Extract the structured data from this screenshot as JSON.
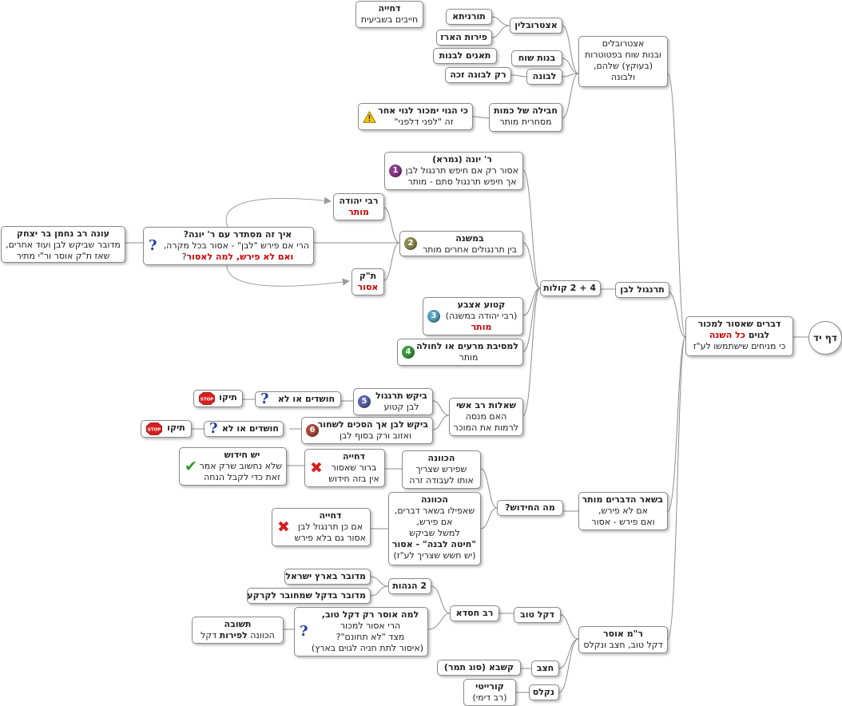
{
  "root": "דף יד",
  "main": {
    "l1": "דברים שאסור למכור",
    "l2a": "לגוים ",
    "l2b": "כל השנה",
    "l3": "כי מניחים שישתמשו לע\"ז"
  },
  "astro": {
    "title_l1": "אצטרובלים",
    "title_l2": "ובנות שוח בפטוטרות",
    "title_l3": "(בעוקץ) שלהם,",
    "title_l4": "ולבונה",
    "a1": "אצטרובלין",
    "a1a": "תורניתא",
    "a1a_box_t": "דחייה",
    "a1a_box_l": "חייבים בשביעית",
    "a1b": "פירות הארז",
    "b1": "בנות שוח",
    "b1a": "תאנים לבנות",
    "c1": "לבונה",
    "c1a": "רק לבונה זכה",
    "d1_t": "חבילה של כמות",
    "d1_l": "מסחרית מותר",
    "d1a_t": "כי הגוי ימכור לגוי אחר",
    "d1a_l": "זה \"לפני דלפני\""
  },
  "rooster": {
    "label": "תרנגול לבן",
    "votes": "4 + 2 קולות",
    "y_t": "ר' יונה  (גמרא)",
    "y_l1": "אסור רק אם חיפש תרנגול לבן",
    "y_l2": "אך חיפש תרנגול סתם - מותר",
    "ry_t": "רבי יהודה",
    "ry_l": "מותר",
    "tk_t": "ת\"ק",
    "tk_l": "אסור",
    "how_t": "איך זה מסתדר עם ר' יונה?",
    "how_l1": "הרי אם פירש \"לבן\" - אסור בכל מקרה,",
    "how_l2a": "ואם לא פירש, למה לאסור",
    "how_l2b": "?",
    "ans_t": "עונה רב נחמן בר יצחק",
    "ans_l1": "מדובר שביקש לבן ועוד אחרים,",
    "ans_l2": "שאז ת\"ק אוסר ור\"י מתיר",
    "m_t": "במשנה",
    "m_l": "בין תרנגולים אחרים מותר",
    "k_t": "קטוע אצבע",
    "k_l1": "(רבי יהודה במשנה)",
    "k_l2": "מותר",
    "s_t": "למסיבת מרעים או לחולה",
    "s_l": "מותר",
    "ra_t": "שאלות רב אשי",
    "ra_l1": "האם מנסה",
    "ra_l2": "לרמות את המוכר",
    "q5_t": "ביקש תרנגול",
    "q5_l": "לבן קטוע",
    "q6_t": "ביקש לבן אך הסכים לשחור",
    "q6_l": "ואזוב ורק בסוף לבן",
    "sus": "חושדים או לא",
    "teku": "תיקו"
  },
  "rest": {
    "title": "בשאר הדברים מותר",
    "l1": "אם לא פירש,",
    "l2": "ואם פירש - אסור",
    "what": "מה החידוש?",
    "i1_t": "הכוונה",
    "i1_l1": "שפירש שצריך",
    "i1_l2": "אותו לעבודה זרה",
    "r1_t": "דחייה",
    "r1_l1": "ברור שאסור",
    "r1_l2": "אין בזה חידוש",
    "new_t": "יש חידוש",
    "new_l1": "שלא נחשוב שרק אמר",
    "new_l2": "זאת כדי לקבל הנחה",
    "i2_t": "הכוונה",
    "i2_l1": "שאפילו בשאר דברים,",
    "i2_l2": "אם פירש,",
    "i2_l3": "למשל שביקש",
    "i2_l4": "\"חיטה לבנה\" - אסור",
    "i2_l5": "(יש חשש שצריך לע\"ז)",
    "r2_t": "דחייה",
    "r2_l1": "אם כן תרנגול לבן",
    "r2_l2": "אסור גם בלא פירש"
  },
  "rm": {
    "title": "ר\"מ אוסר",
    "sub": "דקל טוב, חצב ונקלס",
    "dt": "דקל טוב",
    "rh": "רב חסדא",
    "g2": "2 הגהות",
    "g2a": "מדובר בארץ ישראל",
    "g2b": "מדובר בדקל שמחובר לקרקע",
    "w_t": "למה אוסר רק דקל טוב,",
    "w_l1": "הרי אסור למכור",
    "w_l2": "מצד \"לא תחונם\"?",
    "w_l3": "(איסור לתת חניה לגוים בארץ)",
    "ans_t": "תשובה",
    "ans_l1": "הכוונה ",
    "ans_l2": "לפירות",
    "ans_l3": "  דקל",
    "hatsav": "חצב",
    "kashba": "קשבא (סוג תמר)",
    "nikolas": "נקלס",
    "kor_t": "קורייטי",
    "kor_l": "(רב דימי)"
  },
  "icon_names": [
    "warning-icon",
    "question-icon",
    "stop-icon",
    "x-mark-icon",
    "check-mark-icon",
    "number-1-icon",
    "number-2-icon",
    "number-3-icon",
    "number-4-icon",
    "number-5-icon",
    "number-6-icon"
  ]
}
